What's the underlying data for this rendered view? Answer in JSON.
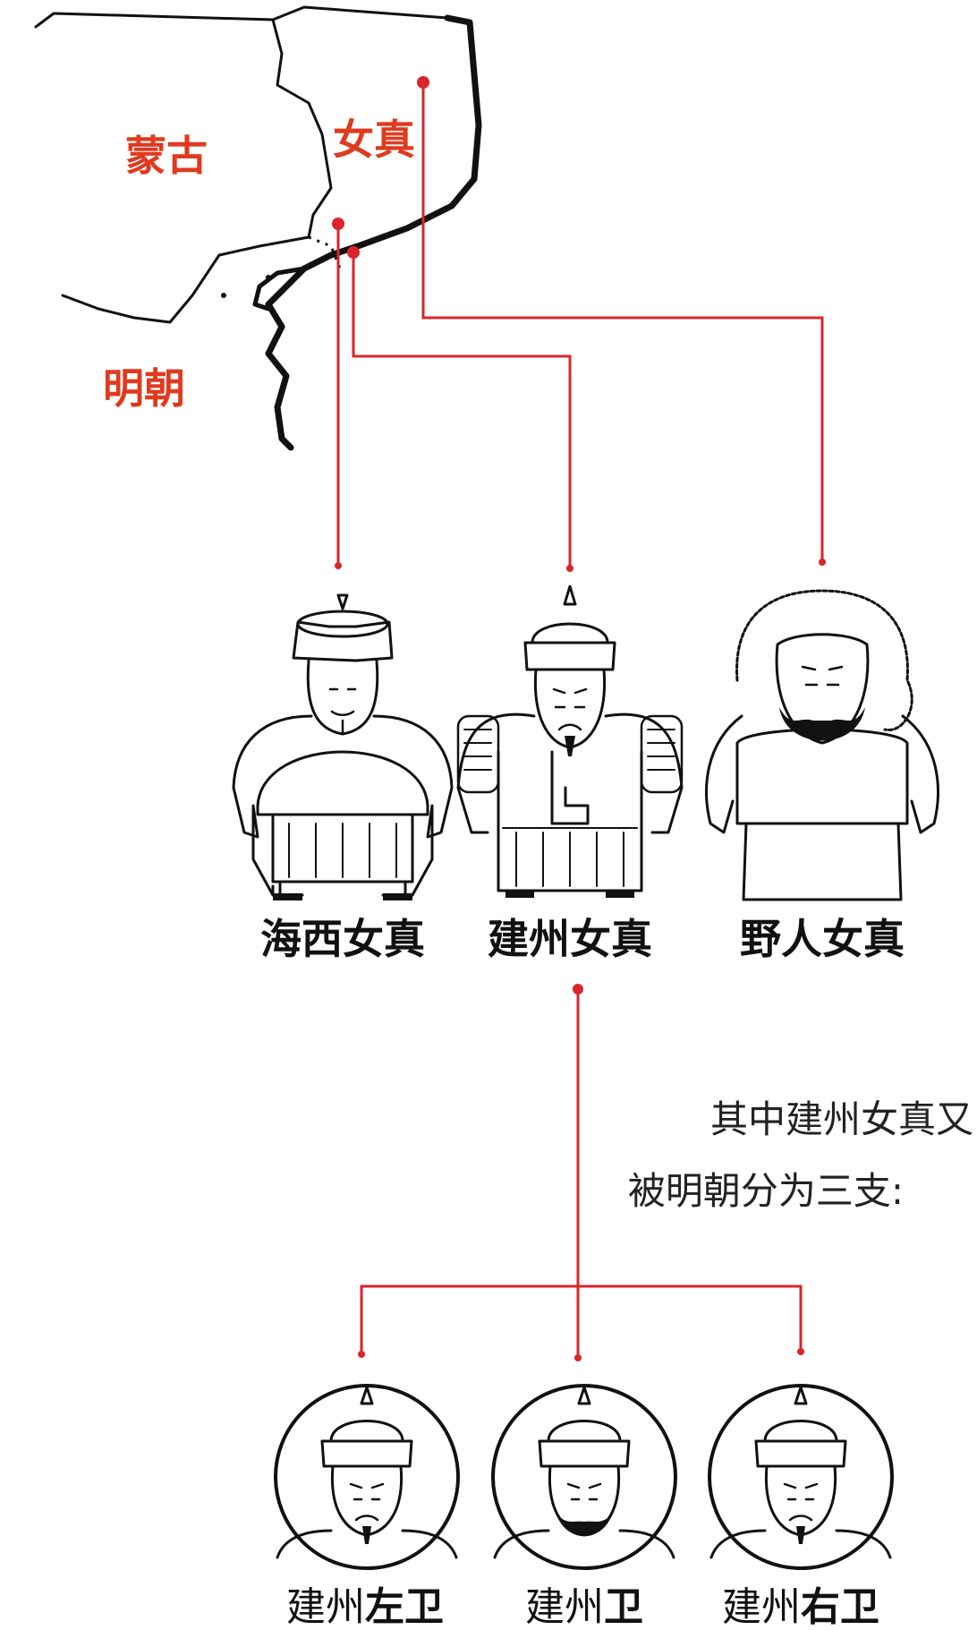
{
  "colors": {
    "accent": "#e03a1e",
    "connector": "#d8262b",
    "ink": "#111111",
    "background": "#ffffff"
  },
  "map": {
    "regions": [
      {
        "id": "mongolia",
        "label": "蒙古"
      },
      {
        "id": "jurchen",
        "label": "女真"
      },
      {
        "id": "ming",
        "label": "明朝"
      }
    ]
  },
  "groups": [
    {
      "id": "haixi",
      "label": "海西女真",
      "icon": "manchu-official-figure"
    },
    {
      "id": "jianzhou",
      "label": "建州女真",
      "icon": "armored-warrior-figure"
    },
    {
      "id": "yeren",
      "label": "野人女真",
      "icon": "fur-clad-bearded-figure"
    }
  ],
  "note": {
    "lines": [
      "其中建州女真又",
      "被明朝分为三支:"
    ]
  },
  "subdivisions": [
    {
      "id": "zuowei",
      "prefix": "建州",
      "suffix": "左卫",
      "icon": "warrior-portrait"
    },
    {
      "id": "wei",
      "prefix": "建州",
      "suffix": "卫",
      "icon": "warrior-portrait"
    },
    {
      "id": "youwei",
      "prefix": "建州",
      "suffix": "右卫",
      "icon": "warrior-portrait"
    }
  ]
}
